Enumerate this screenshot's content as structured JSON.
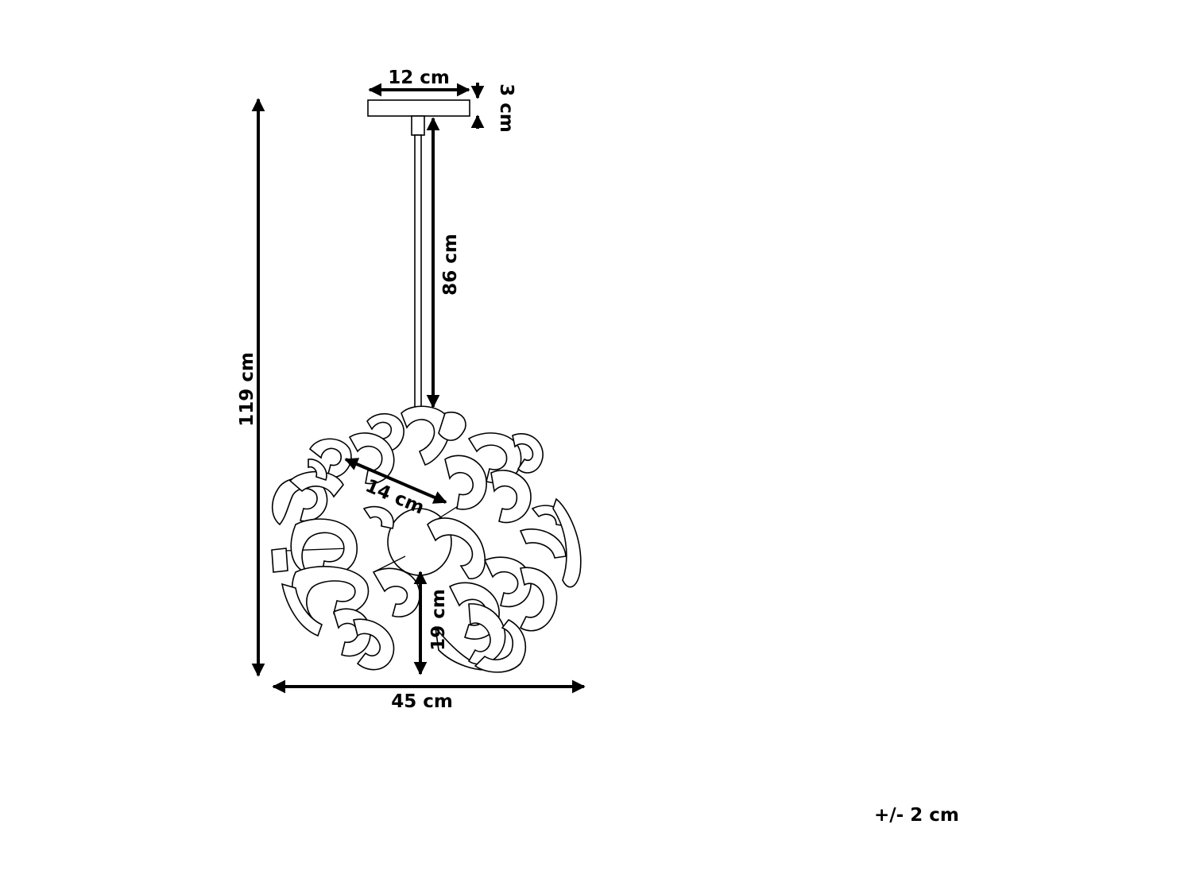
{
  "dimensions": {
    "canopy_width": "12 cm",
    "canopy_height": "3 cm",
    "rod_length": "86 cm",
    "total_height": "119 cm",
    "shade_width": "45 cm",
    "inner_diameter": "14 cm",
    "bottom_height": "19 cm"
  },
  "tolerance": "+/- 2 cm",
  "colors": {
    "line": "#000000",
    "background": "#ffffff"
  }
}
